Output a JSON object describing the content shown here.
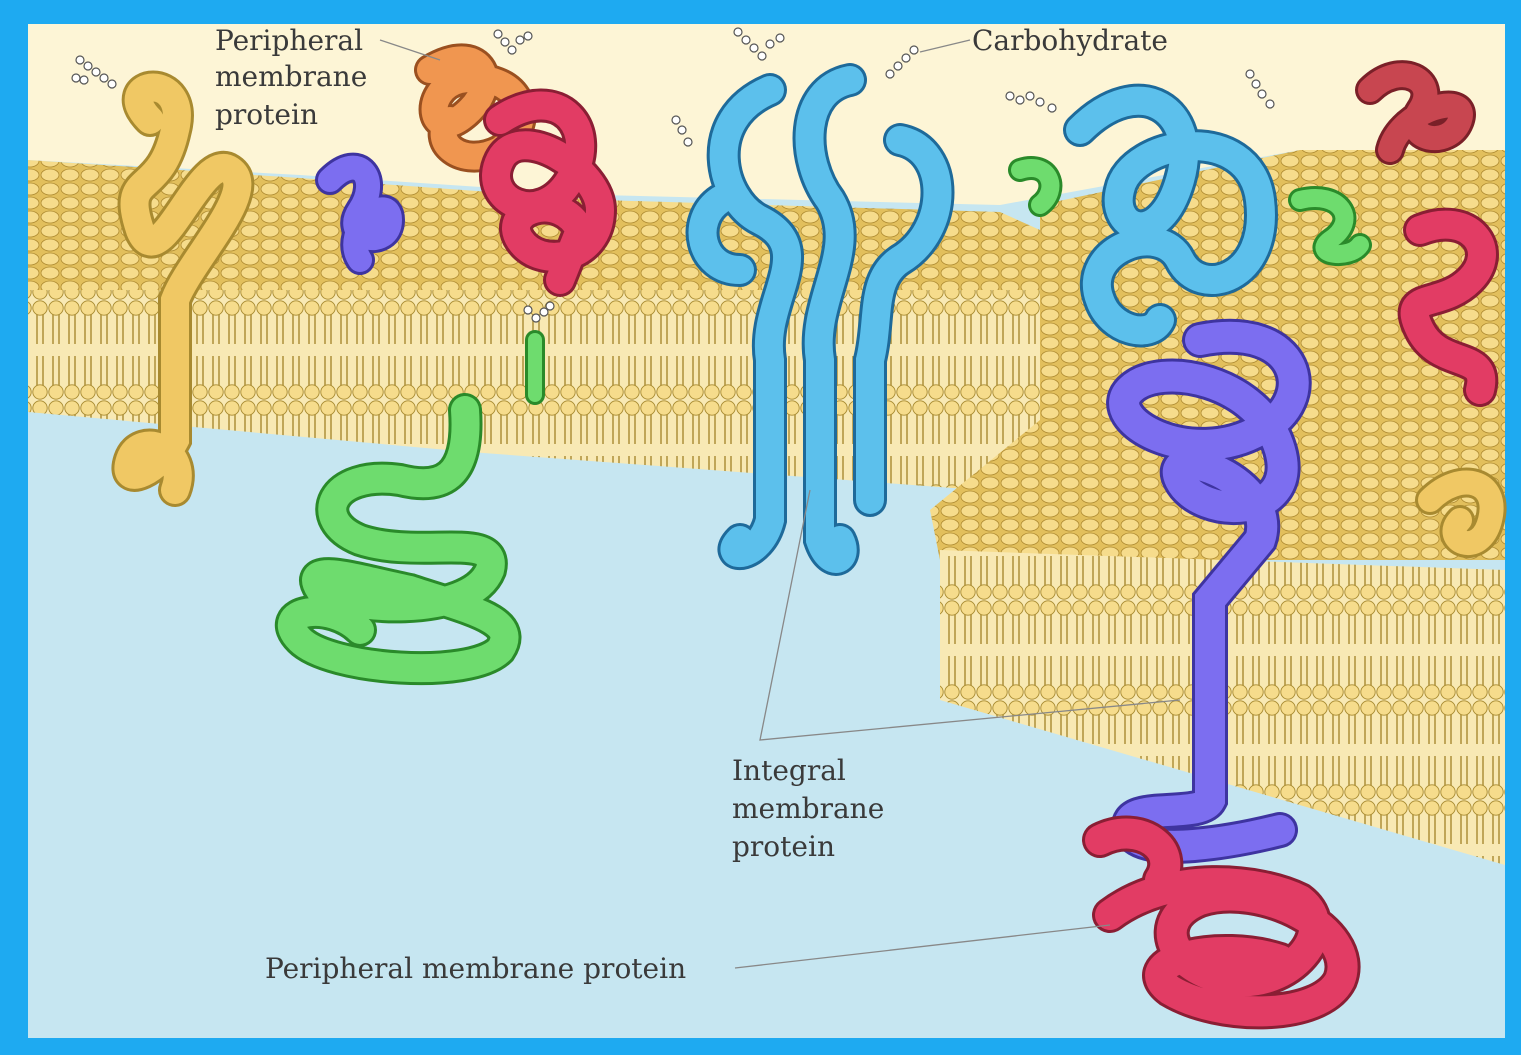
{
  "labels": {
    "peripheral_top": [
      "Peripheral",
      "membrane",
      "protein"
    ],
    "carbohydrate": "Carbohydrate",
    "integral": [
      "Integral",
      "membrane",
      "protein"
    ],
    "peripheral_bottom": "Peripheral membrane protein"
  },
  "colors": {
    "frame": "#1eaaf1",
    "extracellular": "#fdf5d6",
    "cytoplasm": "#c6e6f1",
    "lipid_head": "#f3d98a",
    "lipid_tail": "#b89838",
    "protein_yellow": "#f0c864",
    "protein_orange": "#f09650",
    "protein_red": "#e23c64",
    "protein_purple": "#7c6ef0",
    "protein_blue": "#5cc0ec",
    "protein_green": "#6edc6e",
    "protein_darkred": "#c84650"
  }
}
